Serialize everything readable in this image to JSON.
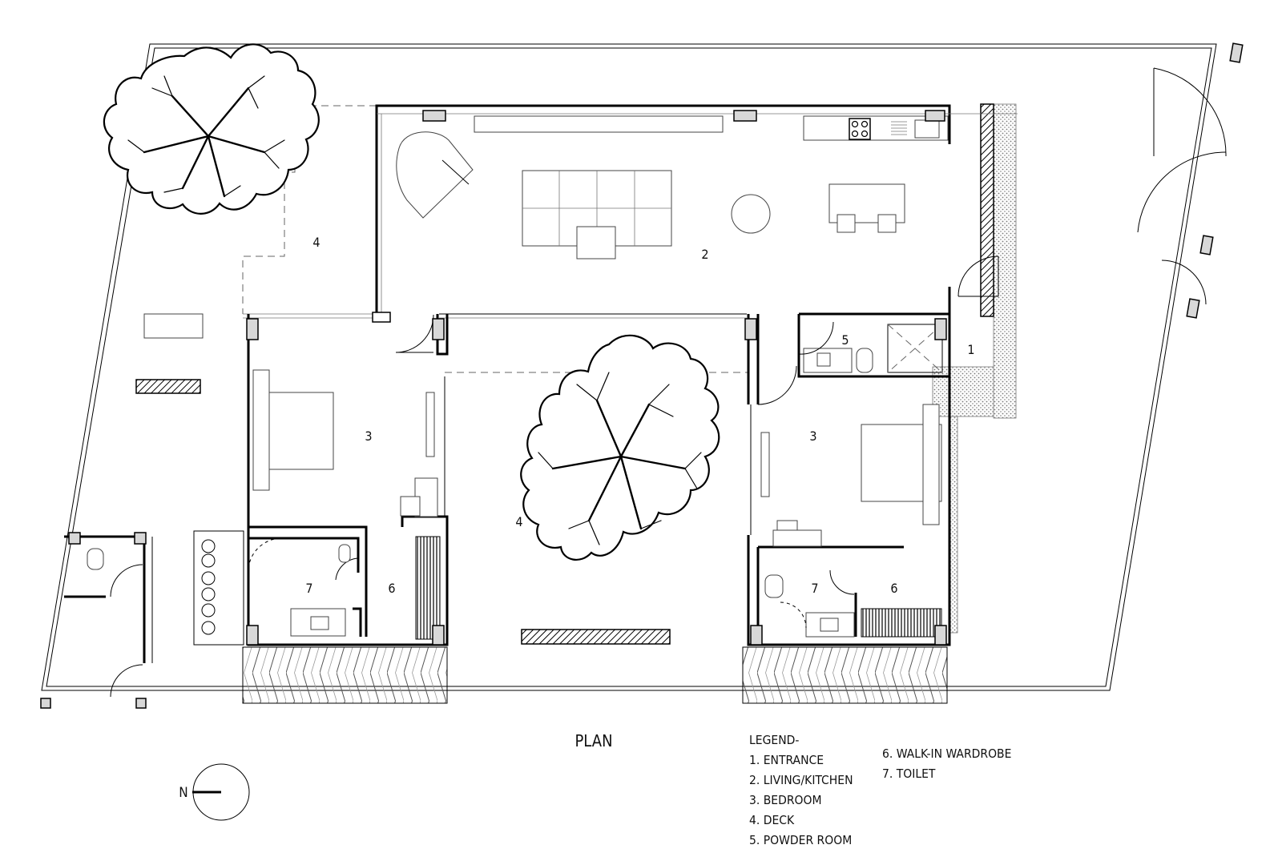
{
  "caption": "PLAN",
  "legend": {
    "title": "LEGEND-",
    "col1": [
      "1. ENTRANCE",
      "2. LIVING/KITCHEN",
      "3. BEDROOM",
      "4. DECK",
      "5. POWDER ROOM"
    ],
    "col2": [
      "6. WALK-IN WARDROBE",
      "7. TOILET"
    ]
  },
  "rooms": {
    "entrance": "1",
    "living": "2",
    "bedroom_left": "3",
    "bedroom_right": "3",
    "deck_top": "4",
    "deck_center": "4",
    "powder": "5",
    "wardrobe_left": "6",
    "wardrobe_right": "6",
    "toilet_left": "7",
    "toilet_right": "7"
  },
  "north": "N"
}
